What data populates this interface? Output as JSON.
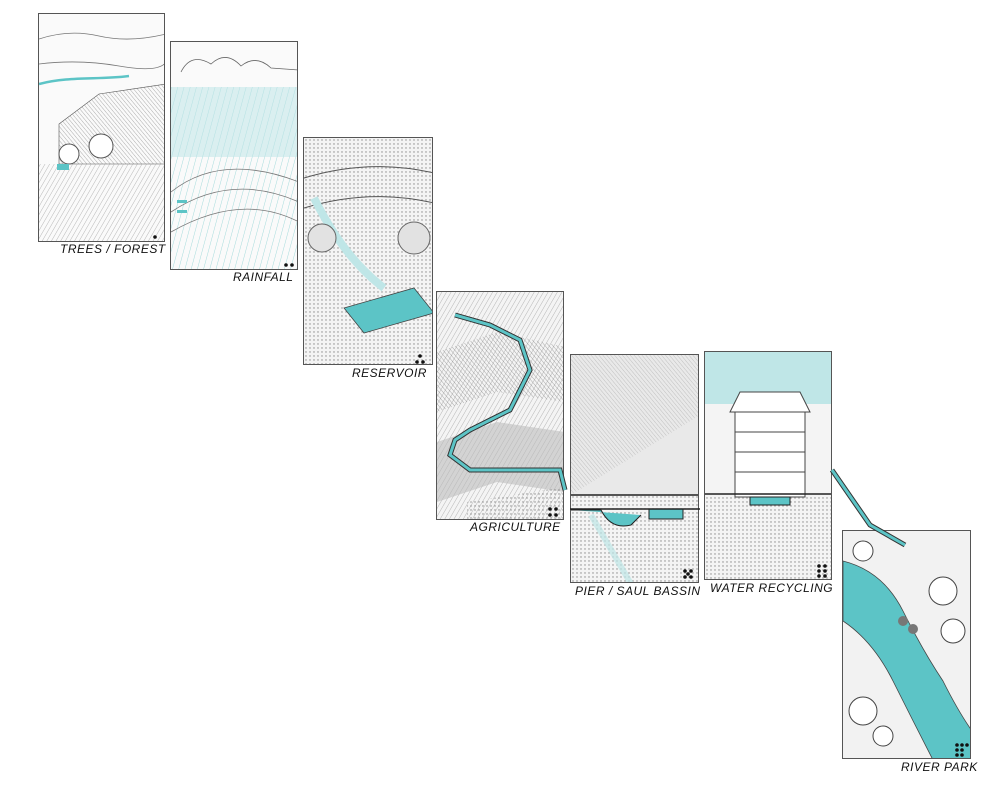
{
  "stages": [
    {
      "label": "TREES / FOREST",
      "dots": 1
    },
    {
      "label": "RAINFALL",
      "dots": 2
    },
    {
      "label": "RESERVOIR",
      "dots": 3
    },
    {
      "label": "AGRICULTURE",
      "dots": 4
    },
    {
      "label": "PIER / SAUL BASSIN",
      "dots": 5
    },
    {
      "label": "WATER RECYCLING",
      "dots": 6
    },
    {
      "label": "RIVER PARK",
      "dots": 7
    }
  ],
  "colors": {
    "water": "#5cc4c6",
    "water_light": "#bfe6e7",
    "line": "#444444"
  }
}
